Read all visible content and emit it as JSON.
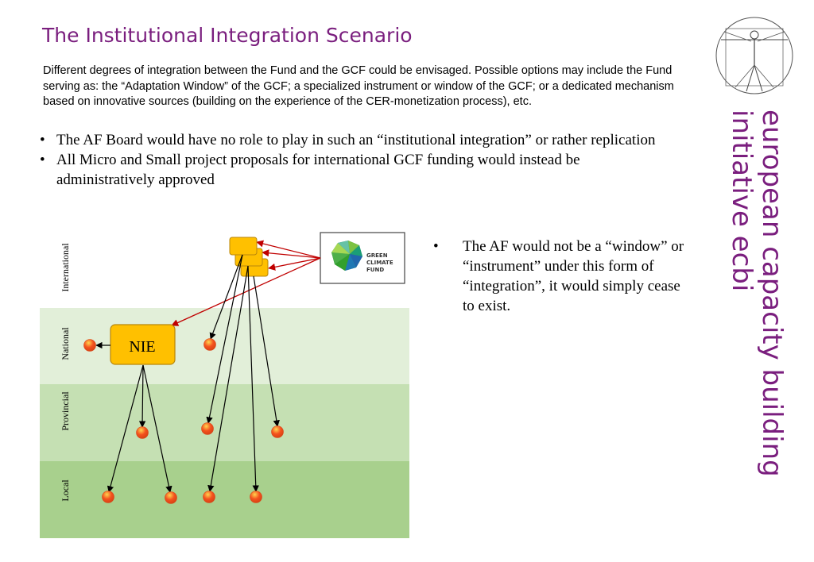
{
  "title": "The Institutional Integration Scenario",
  "intro": "Different degrees of integration between the Fund and the GCF could be envisaged. Possible options may include the Fund serving as: the “Adaptation Window” of the GCF; a specialized instrument or window of the GCF; or a dedicated mechanism based on innovative sources (building on the experience of the CER-monetization process), etc.",
  "bullets": [
    "The AF Board would have no role to play in such an “institutional integration” or rather replication",
    "All Micro and Small project proposals for international GCF funding would instead be administratively approved"
  ],
  "side_bullet": "The AF would not be a “window” or “instrument” under this form of “integration”, it would simply cease to exist.",
  "brand": {
    "line1": "european capacity building",
    "line2": "initiative ecbi"
  },
  "diagram": {
    "levels": [
      "International",
      "National",
      "Provincial",
      "Local"
    ],
    "nie_label": "NIE",
    "gcf_logo": [
      "GREEN",
      "CLIMATE",
      "FUND"
    ]
  },
  "colors": {
    "title": "#7a1e7e",
    "band_national": "#e2efd9",
    "band_provincial": "#c5e0b3",
    "band_local": "#a8d08d",
    "box_fill": "#ffc000",
    "box_stroke": "#b8860b",
    "arrow_red": "#c00000",
    "dot": "#f4511e"
  }
}
